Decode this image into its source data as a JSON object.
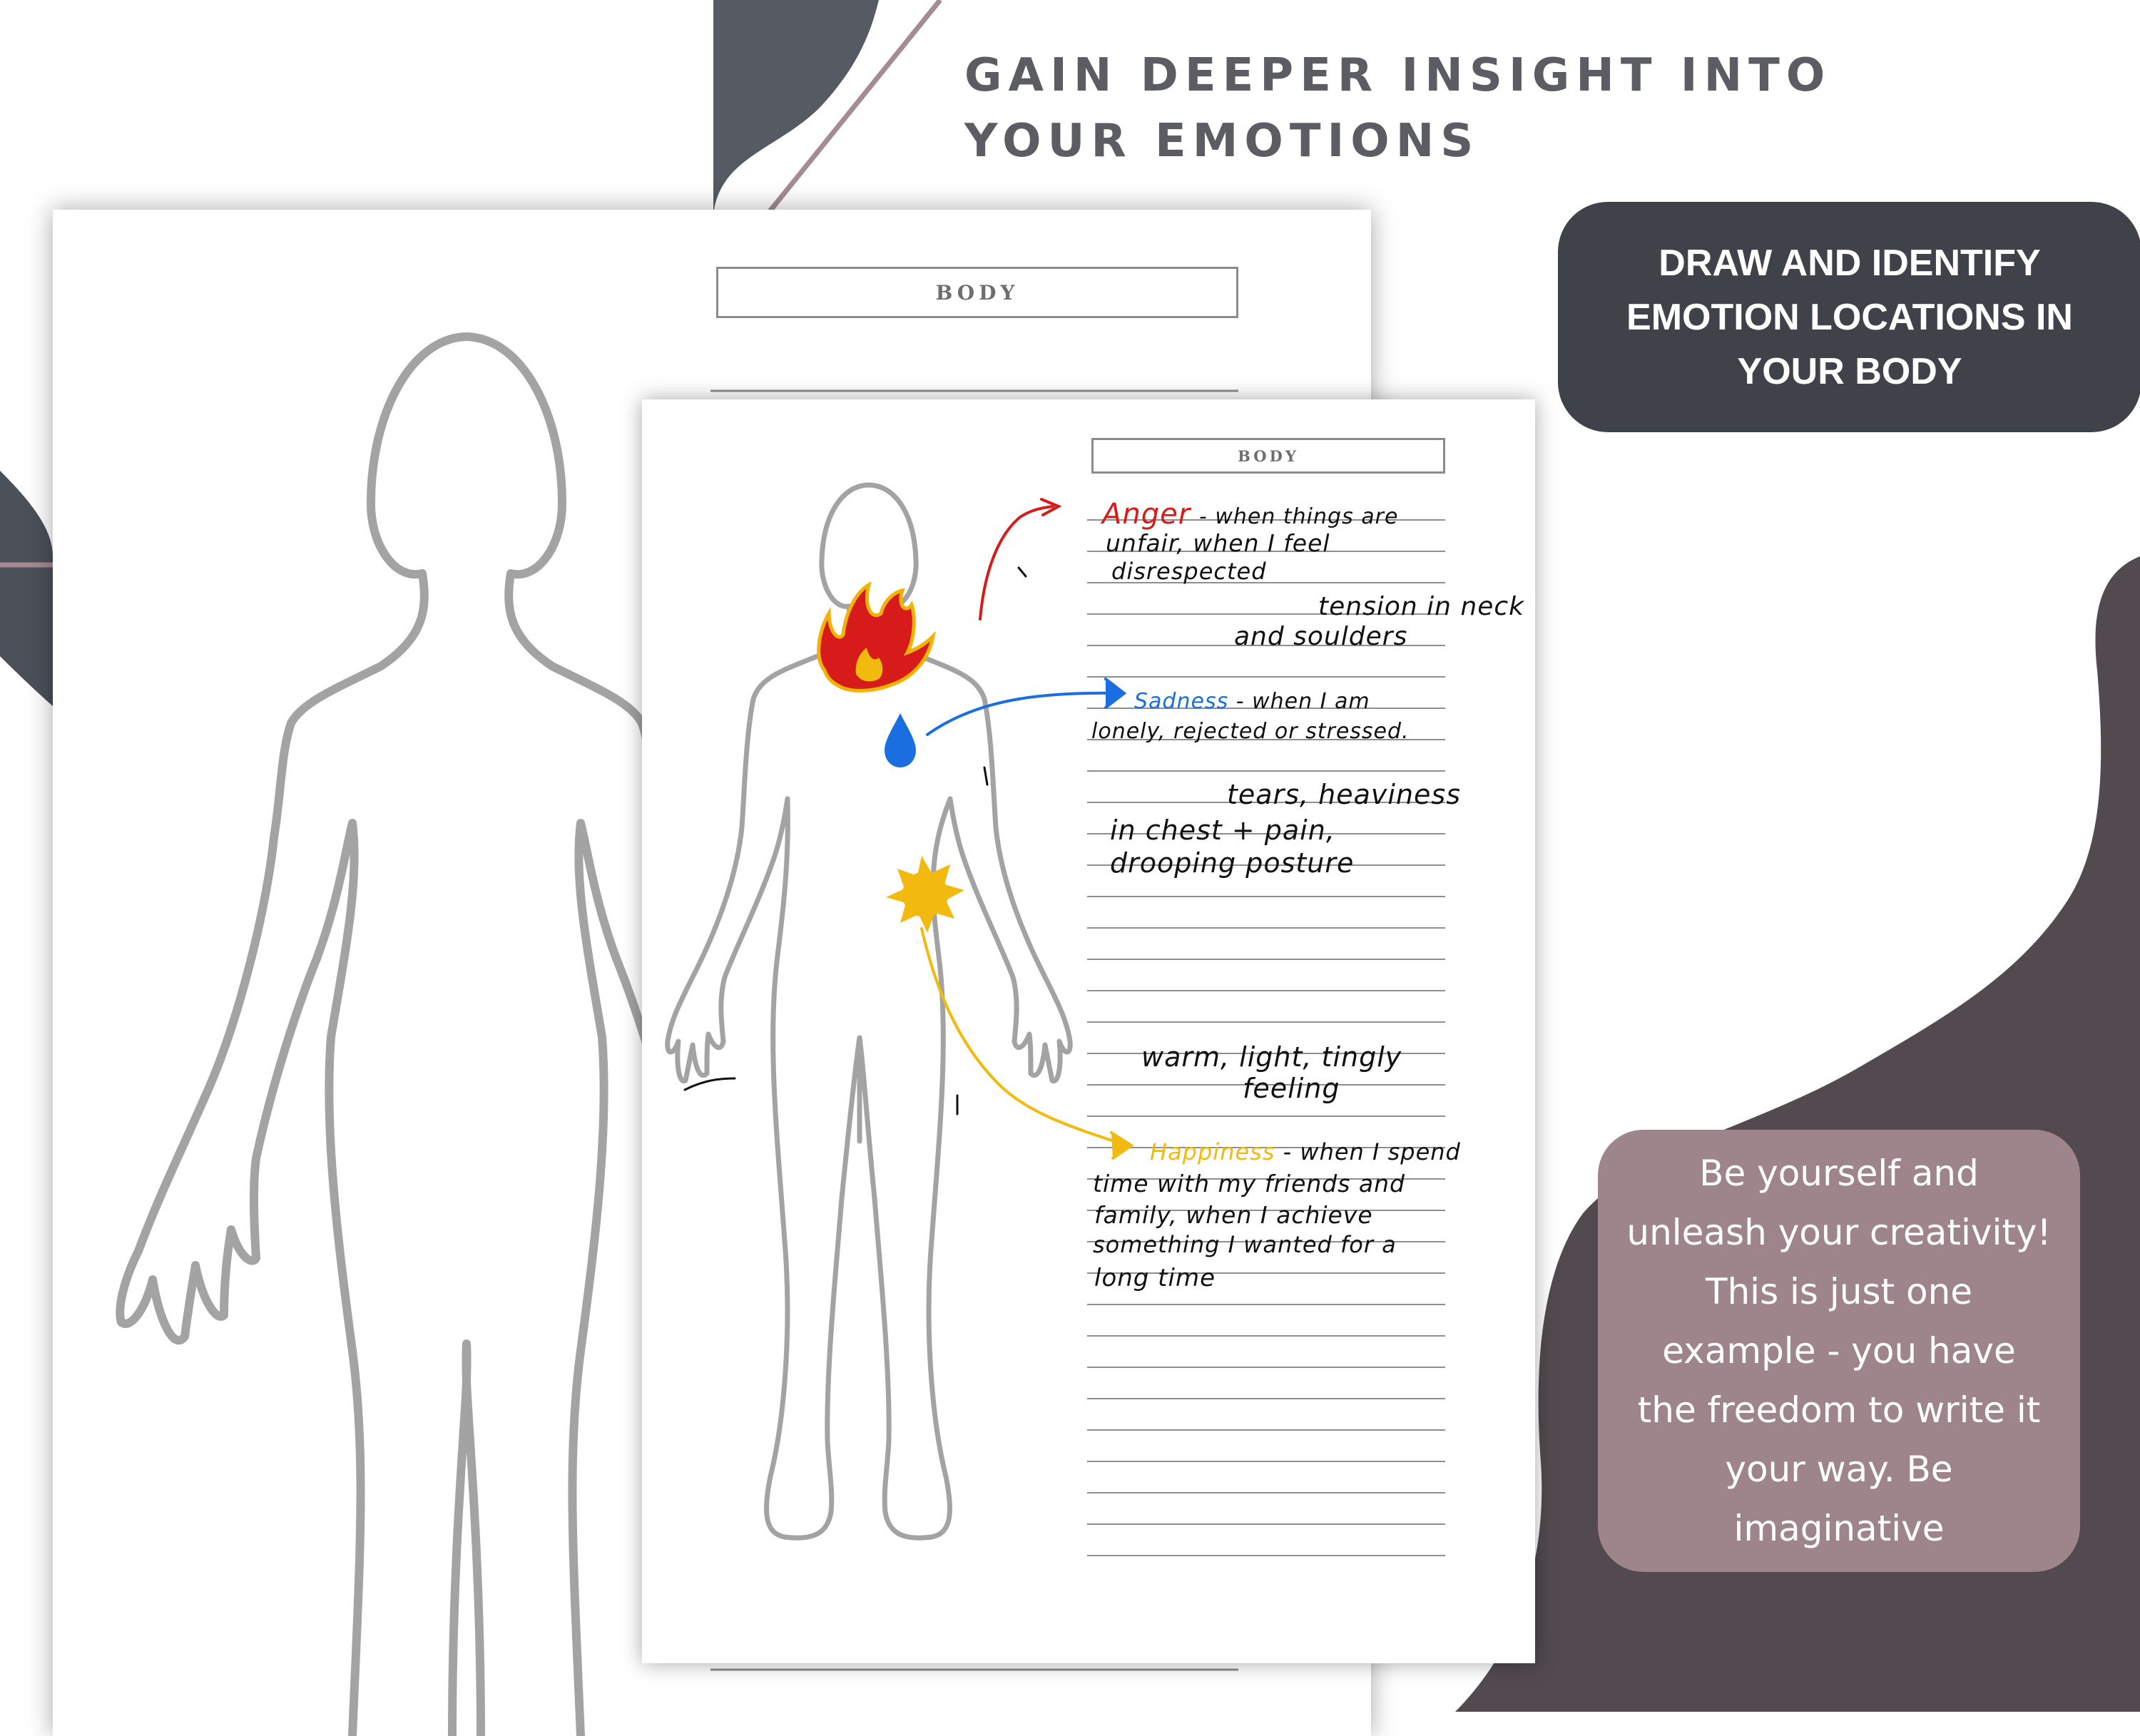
{
  "headline": {
    "lines": [
      "GAIN DEEPER INSIGHT INTO",
      "YOUR EMOTIONS"
    ]
  },
  "back_page": {
    "title": "BODY"
  },
  "front_page": {
    "title": "BODY",
    "notes": {
      "anger_label": "Anger",
      "anger_1": "- when things are",
      "anger_2": "unfair, when I feel",
      "anger_3": "disrespected",
      "anger_4": "tension in neck",
      "anger_5": "and soulders",
      "sadness_label": "Sadness",
      "sadness_1": "- when I am",
      "sadness_2": "lonely, rejected or stressed.",
      "sadness_3": "tears, heaviness",
      "sadness_4": "in chest + pain,",
      "sadness_5": "drooping posture",
      "warm_1": "warm, light, tingly",
      "warm_2": "feeling",
      "happiness_label": "Happiness",
      "happiness_1": "- when I spend",
      "happiness_2": "time with my friends and",
      "happiness_3": "family, when I achieve",
      "happiness_4": "something I wanted for a",
      "happiness_5": "long time"
    },
    "colors": {
      "anger": "#d71a1a",
      "sadness": "#1a6ee0",
      "happiness": "#f2b90f"
    }
  },
  "callout_dark": {
    "lines": [
      "DRAW AND IDENTIFY",
      "EMOTION LOCATIONS IN",
      "YOUR BODY"
    ]
  },
  "callout_rose": {
    "lines": [
      "Be yourself and",
      "unleash your creativity!",
      "This is just one",
      "example - you have",
      "the freedom to write it",
      "your way. Be",
      "imaginative"
    ]
  },
  "icons": [
    "flame-icon",
    "teardrop-icon",
    "sun-icon"
  ],
  "palette": {
    "dark_slate": "#3f4349",
    "plum_blob": "#524a4f",
    "rose_box": "#9e858b",
    "outline_gray": "#9a9a9a"
  }
}
